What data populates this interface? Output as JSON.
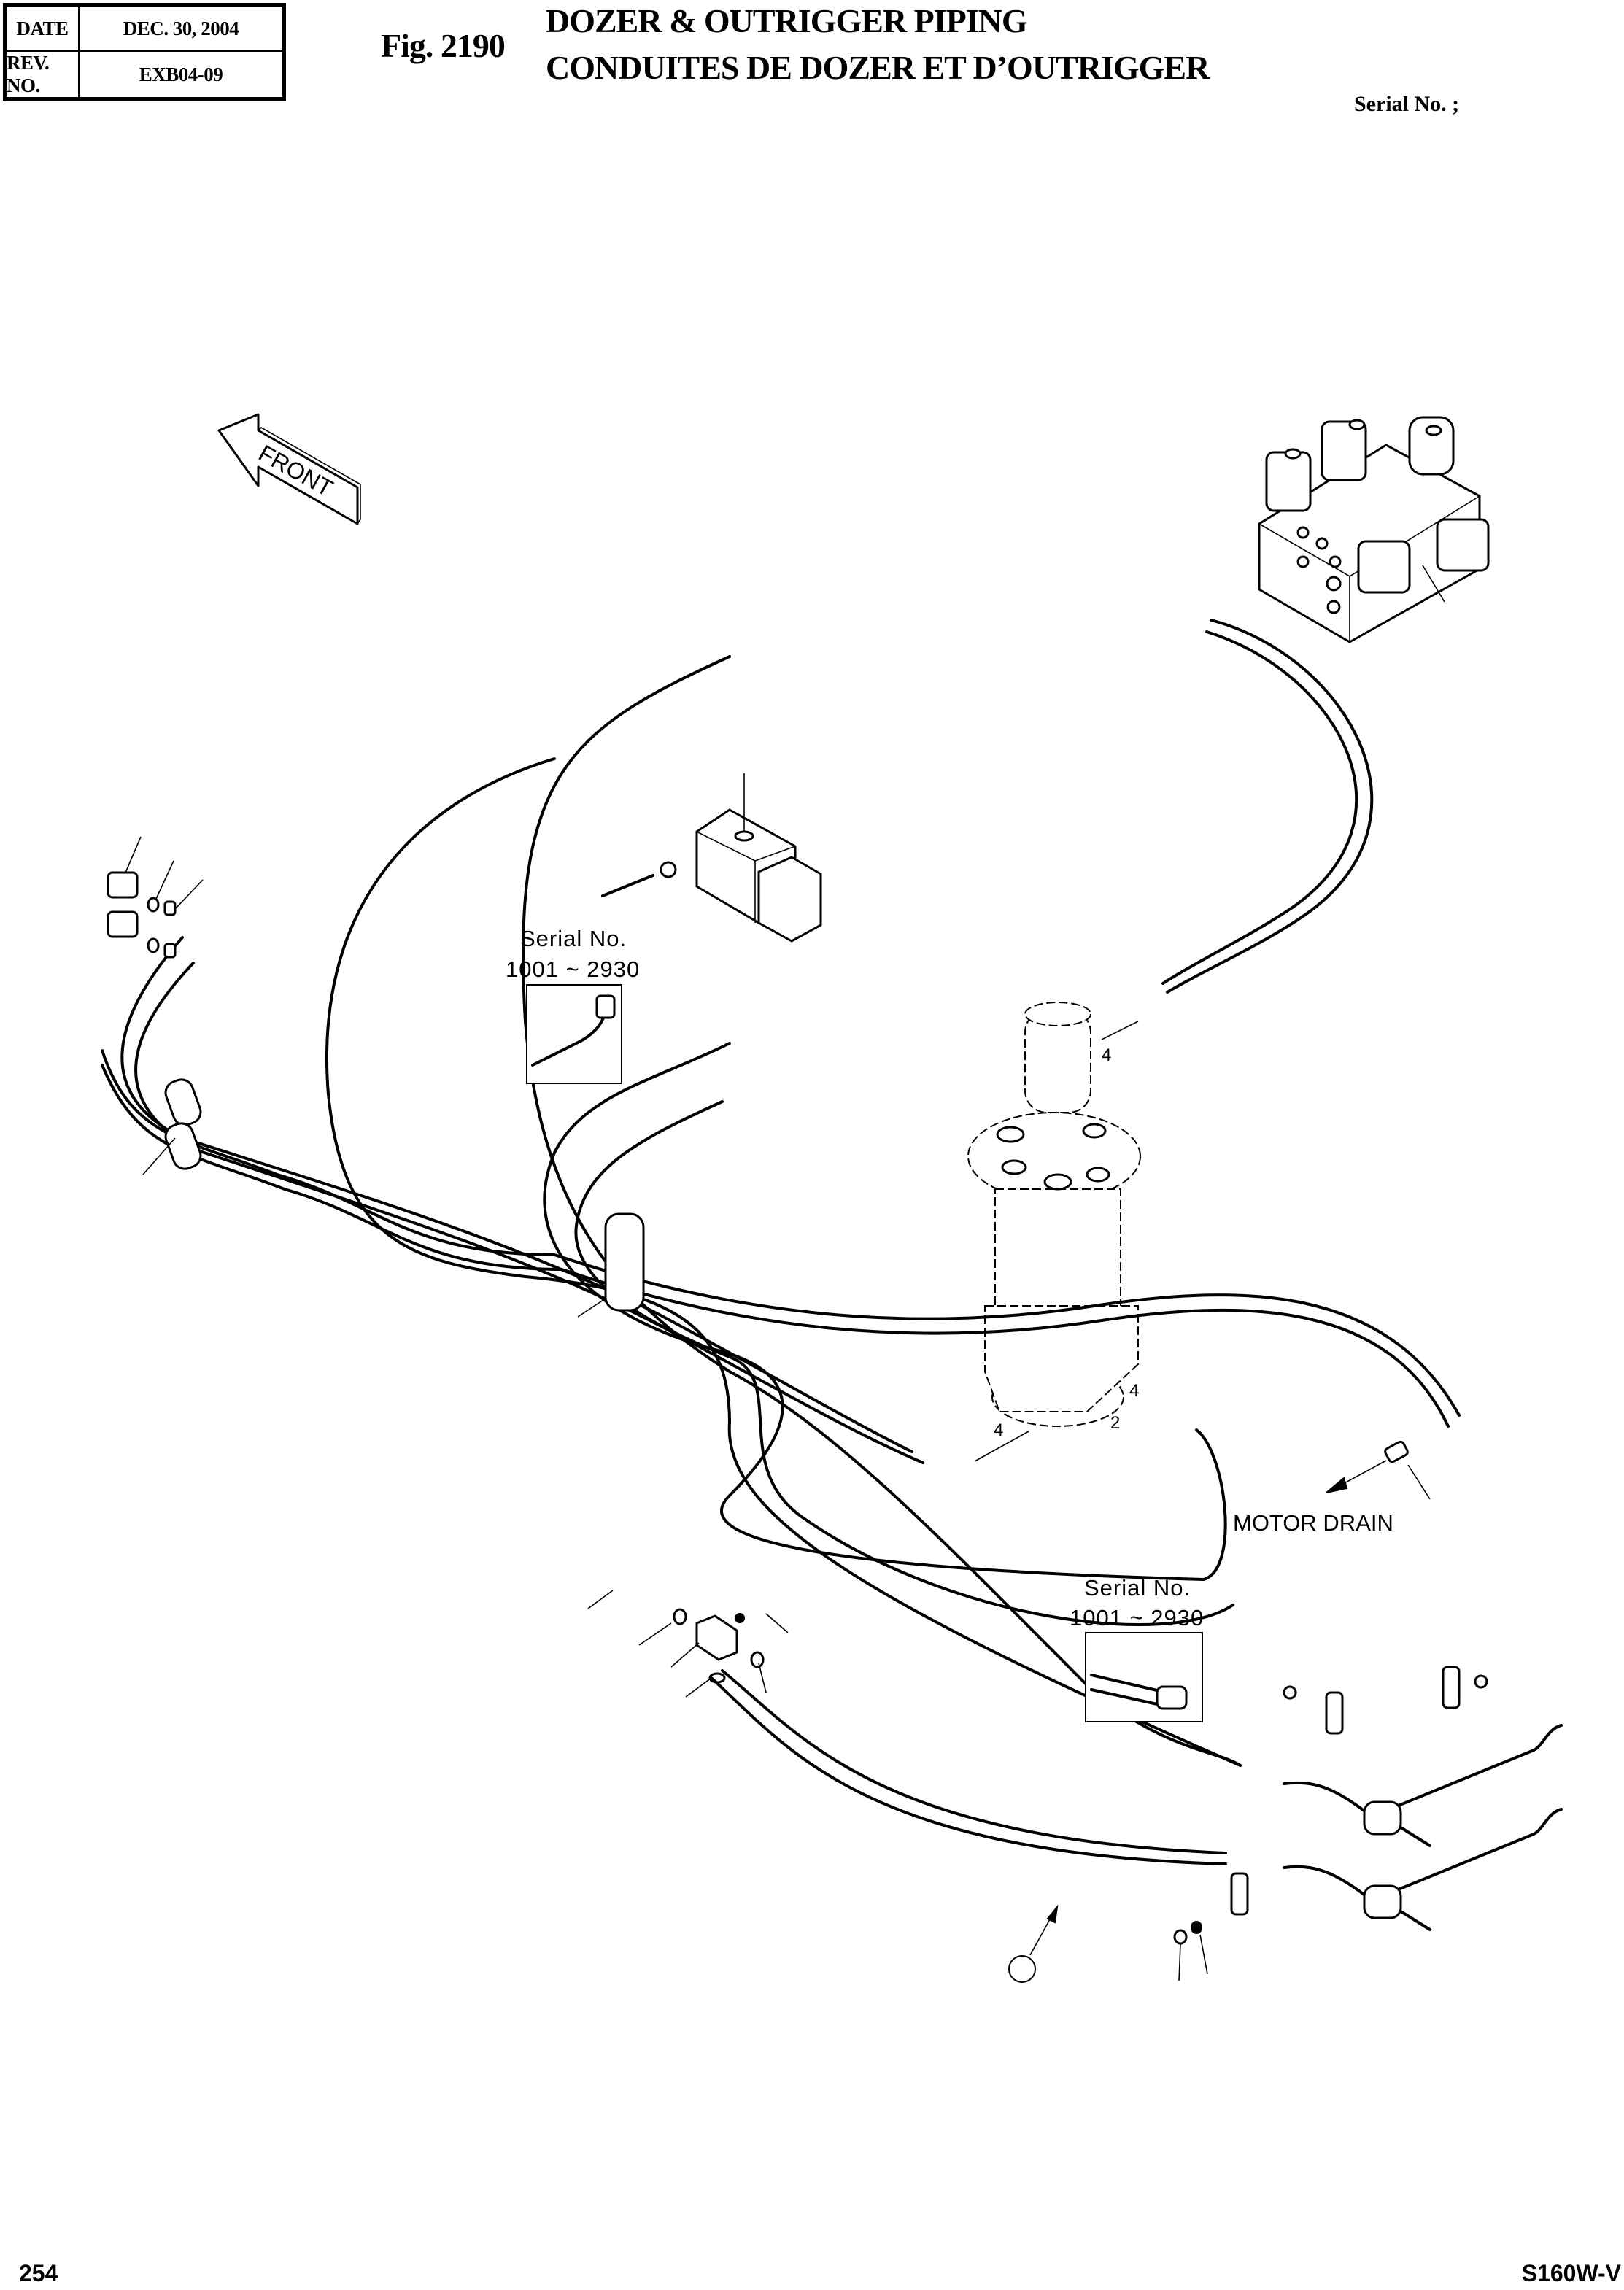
{
  "header": {
    "date_label": "DATE",
    "date_value": "DEC. 30, 2004",
    "rev_label": "REV. NO.",
    "rev_value": "EXB04-09",
    "figure_number": "Fig. 2190",
    "title_en": "DOZER & OUTRIGGER PIPING",
    "title_fr": "CONDUITES DE DOZER ET D’OUTRIGGER",
    "serial_label": "Serial No. ;"
  },
  "diagram": {
    "direction_label": "FRONT",
    "inset_top": {
      "serial_label": "Serial No.",
      "serial_range": "1001 ~ 2930"
    },
    "inset_bottom": {
      "serial_label": "Serial No.",
      "serial_range": "1001 ~ 2930"
    },
    "motor_drain_label": "MOTOR DRAIN",
    "callout_numbers": {
      "swivel_upper": "4",
      "swivel_lower_left": "4",
      "swivel_lower_right_top": "4",
      "swivel_lower_right_bottom": "2"
    }
  },
  "footer": {
    "page_number": "254",
    "model": "S160W-V"
  }
}
